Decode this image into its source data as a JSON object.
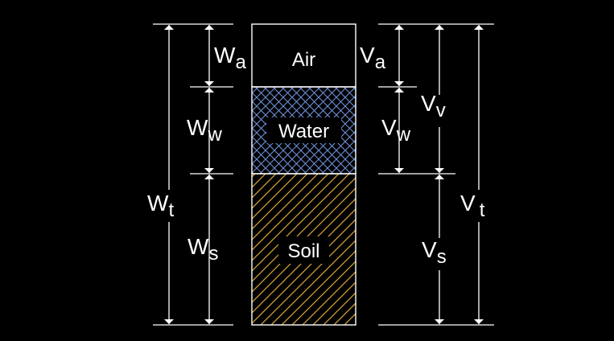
{
  "phases": [
    {
      "name": "Air"
    },
    {
      "name": "Water"
    },
    {
      "name": "Soil"
    }
  ],
  "weights": {
    "air": {
      "base": "W",
      "sub": "a"
    },
    "water": {
      "base": "W",
      "sub": "w"
    },
    "solid": {
      "base": "W",
      "sub": "s"
    },
    "total": {
      "base": "W",
      "sub": "t"
    }
  },
  "volumes": {
    "air": {
      "base": "V",
      "sub": "a"
    },
    "water": {
      "base": "V",
      "sub": "w"
    },
    "voids": {
      "base": "V",
      "sub": "v"
    },
    "solid": {
      "base": "V",
      "sub": "s"
    },
    "total": {
      "base": "V",
      "sub": "t"
    }
  },
  "colors": {
    "background": "#000000",
    "lines": "#ffffff",
    "water_hatch": "#6f8fd6",
    "soil_hatch": "#d9a538",
    "text": "#ffffff"
  }
}
